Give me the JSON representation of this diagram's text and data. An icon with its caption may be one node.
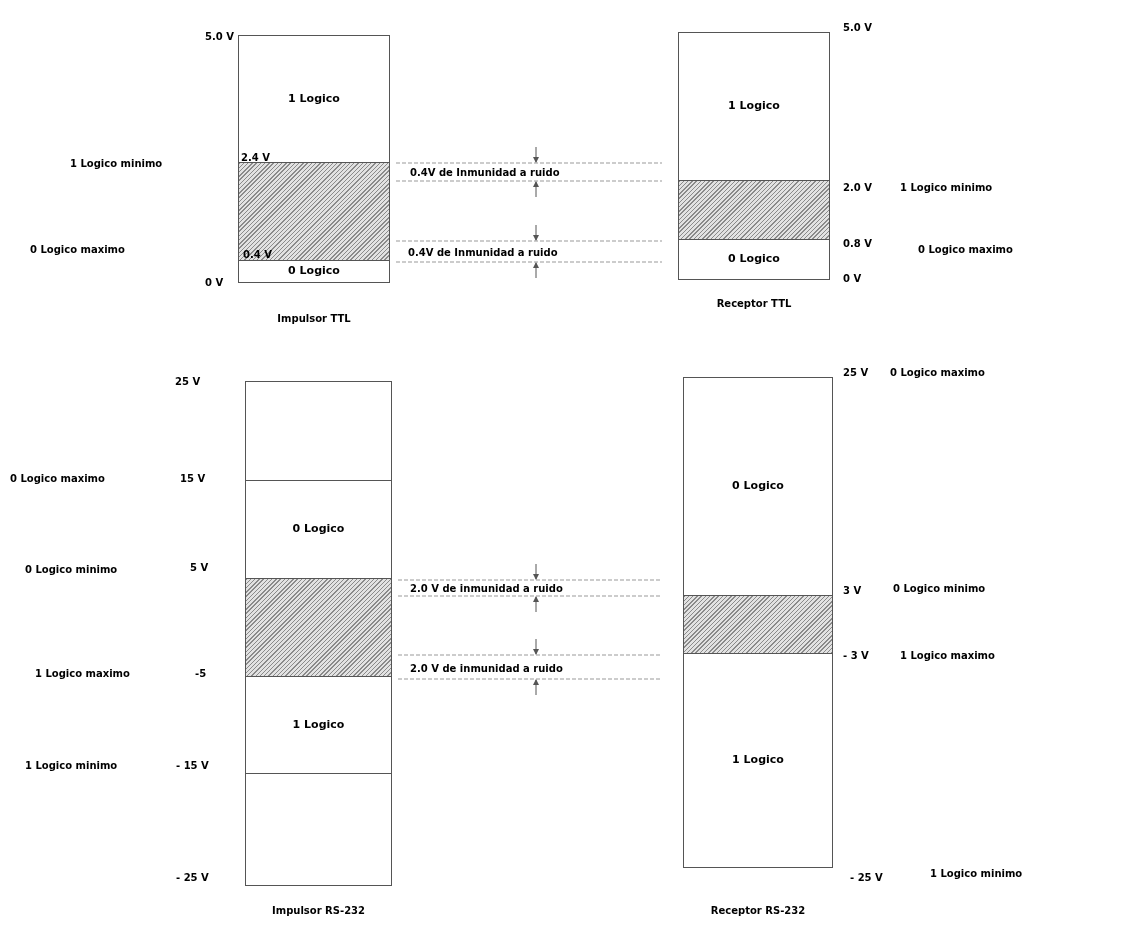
{
  "diagram": {
    "nodes": [
      {
        "text": [],
        "shape": "bar",
        "beside": [
          "Impulsor TTL"
        ]
      },
      {
        "text": [
          "1 Logico"
        ],
        "in": 0
      },
      {
        "text": [],
        "shape": "band",
        "in": 0
      },
      {
        "text": [
          "0 Logico"
        ],
        "in": 0
      },
      {
        "text": [],
        "shape": "bar",
        "beside": [
          "Receptor TTL"
        ]
      },
      {
        "text": [
          "1 Logico"
        ],
        "in": 4
      },
      {
        "text": [],
        "shape": "band",
        "in": 4
      },
      {
        "text": [
          "0 Logico"
        ],
        "in": 4
      },
      {
        "text": [],
        "shape": "bar",
        "beside": [
          "Impulsor RS-232"
        ]
      },
      {
        "text": [],
        "shape": "box",
        "in": 8
      },
      {
        "text": [
          "0 Logico"
        ],
        "in": 8
      },
      {
        "text": [],
        "shape": "band",
        "in": 8
      },
      {
        "text": [
          "1 Logico"
        ],
        "in": 8
      },
      {
        "text": [],
        "shape": "box",
        "in": 8
      },
      {
        "text": [],
        "shape": "bar",
        "beside": [
          "Receptor RS-232"
        ]
      },
      {
        "text": [
          "0 Logico"
        ],
        "in": 14
      },
      {
        "text": [],
        "shape": "band",
        "in": 14
      },
      {
        "text": [
          "1 Logico"
        ],
        "in": 14
      }
    ],
    "labels": [
      "5.0 V",
      "1 Logico minimo",
      "2.4 V",
      "0 Logico maximo",
      "0.4 V",
      "0 V",
      "0.4V de Inmunidad a ruido",
      "0.4V de Inmunidad a ruido",
      "5.0 V",
      "2.0 V",
      "1 Logico minimo",
      "0.8 V",
      "0 Logico maximo",
      "0 V",
      "25 V",
      "0 Logico maximo",
      "15 V",
      "0 Logico minimo",
      "5 V",
      "2.0 V de inmunidad a ruido",
      "1 Logico maximo",
      "-5",
      "2.0 V de inmunidad a ruido",
      "1 Logico minimo",
      "- 15 V",
      "- 25 V",
      "25 V",
      "0 Logico maximo",
      "3 V",
      "0 Logico minimo",
      "- 3 V",
      "1 Logico maximo",
      "- 25 V",
      "1 Logico minimo"
    ]
  }
}
